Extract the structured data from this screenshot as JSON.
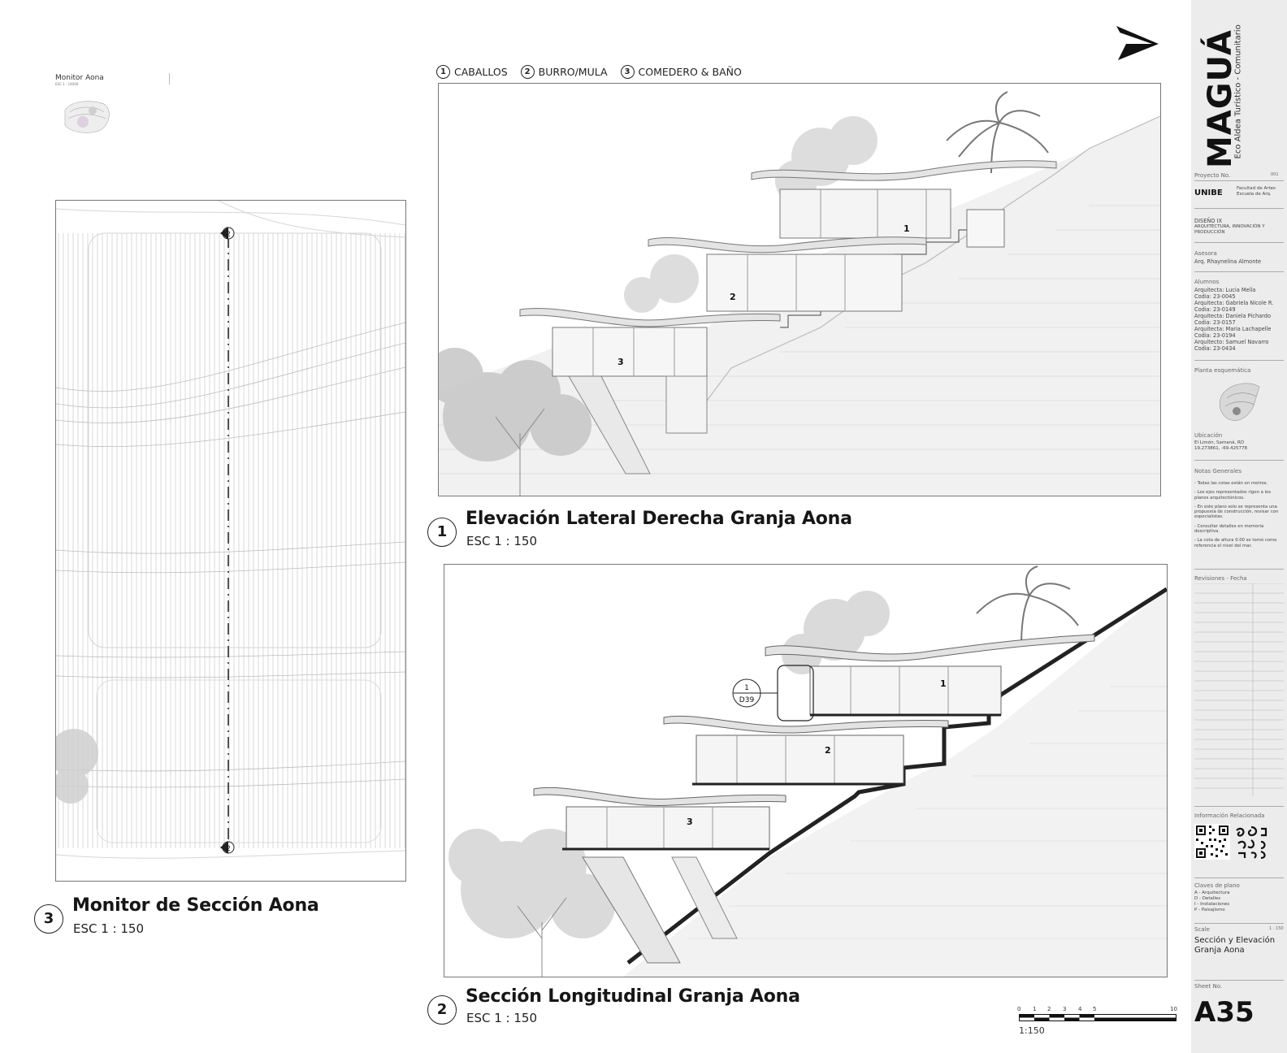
{
  "monitor_small": {
    "title": "Monitor Aona",
    "scale": "ESC 1 : 14000"
  },
  "legend": {
    "items": [
      {
        "num": "1",
        "label": "CABALLOS"
      },
      {
        "num": "2",
        "label": "BURRO/MULA"
      },
      {
        "num": "3",
        "label": "COMEDERO & BAÑO"
      }
    ]
  },
  "drawings": [
    {
      "num": "1",
      "title": "Elevación Lateral Derecha Granja Aona",
      "scale": "ESC 1 : 150"
    },
    {
      "num": "2",
      "title": "Sección Longitudinal Granja Aona",
      "scale": "ESC 1 : 150"
    },
    {
      "num": "3",
      "title": "Monitor de Sección Aona",
      "scale": "ESC 1 : 150"
    }
  ],
  "elevation_labels": [
    "1",
    "2",
    "3"
  ],
  "section_labels": [
    "1",
    "2",
    "3"
  ],
  "callout": {
    "num": "1",
    "ref": "D39"
  },
  "section_marker": "2",
  "scale_bar": {
    "ticks": [
      "0",
      "1",
      "2",
      "3",
      "4",
      "5",
      "10"
    ],
    "label": "1:150"
  },
  "sidebar": {
    "brand": "MAGUÁ",
    "subtitle": "Eco Aldea Turístico - Comunitario",
    "project_no_label": "Proyecto No.",
    "project_no": "001",
    "school_logo": "UNIBE",
    "school_text": "Facultad de Artes Escuela de Arq.",
    "course_title": "DISEÑO IX",
    "course_sub": "ARQUITECTURA, INNOVACIÓN Y PRODUCCIÓN",
    "advisor_label": "Asesora",
    "advisor": "Arq. Rhaynelina Almonte",
    "students_label": "Alumnos",
    "students": [
      "Arquitecta: Lucia Mella",
      "Codia: 23-0045",
      "Arquitecta: Gabriela Nicole R.",
      "Codia: 23-0149",
      "Arquitecta: Daniela Pichardo",
      "Codia: 23-0157",
      "Arquitecta: Maria Lachapelle",
      "Codia: 23-0194",
      "Arquitecto: Samuel Navarro",
      "Codia: 23-0434"
    ],
    "plan_label": "Planta esquemática",
    "location_label": "Ubicación",
    "location": [
      "El Limón, Samaná, RD",
      "19.273861, -69.425778"
    ],
    "notes_label": "Notas Generales",
    "notes": [
      "- Todas las cotas están en metros.",
      "- Los ejes representados rigen a los planos arquitectónicos.",
      "- En este plano solo se representa una propuesta de construcción, revisar con especialistas.",
      "- Consultar detalles en memoria descriptiva.",
      "- La cota de altura 0.00 se tomó como referencia el nivel del mar."
    ],
    "revisions_label": "Revisiones - Fecha",
    "info_label": "Información Relacionada",
    "keys_label": "Claves de plano",
    "keys": [
      "A - Arquitectura",
      "D - Detalles",
      "I - Instalaciones",
      "P - Paisajismo"
    ],
    "scale_label": "Scale",
    "scale_value": "1 : 150",
    "sheet_title": "Sección y Elevación Granja Aona",
    "sheet_no_label": "Sheet No.",
    "sheet_no": "A35"
  }
}
